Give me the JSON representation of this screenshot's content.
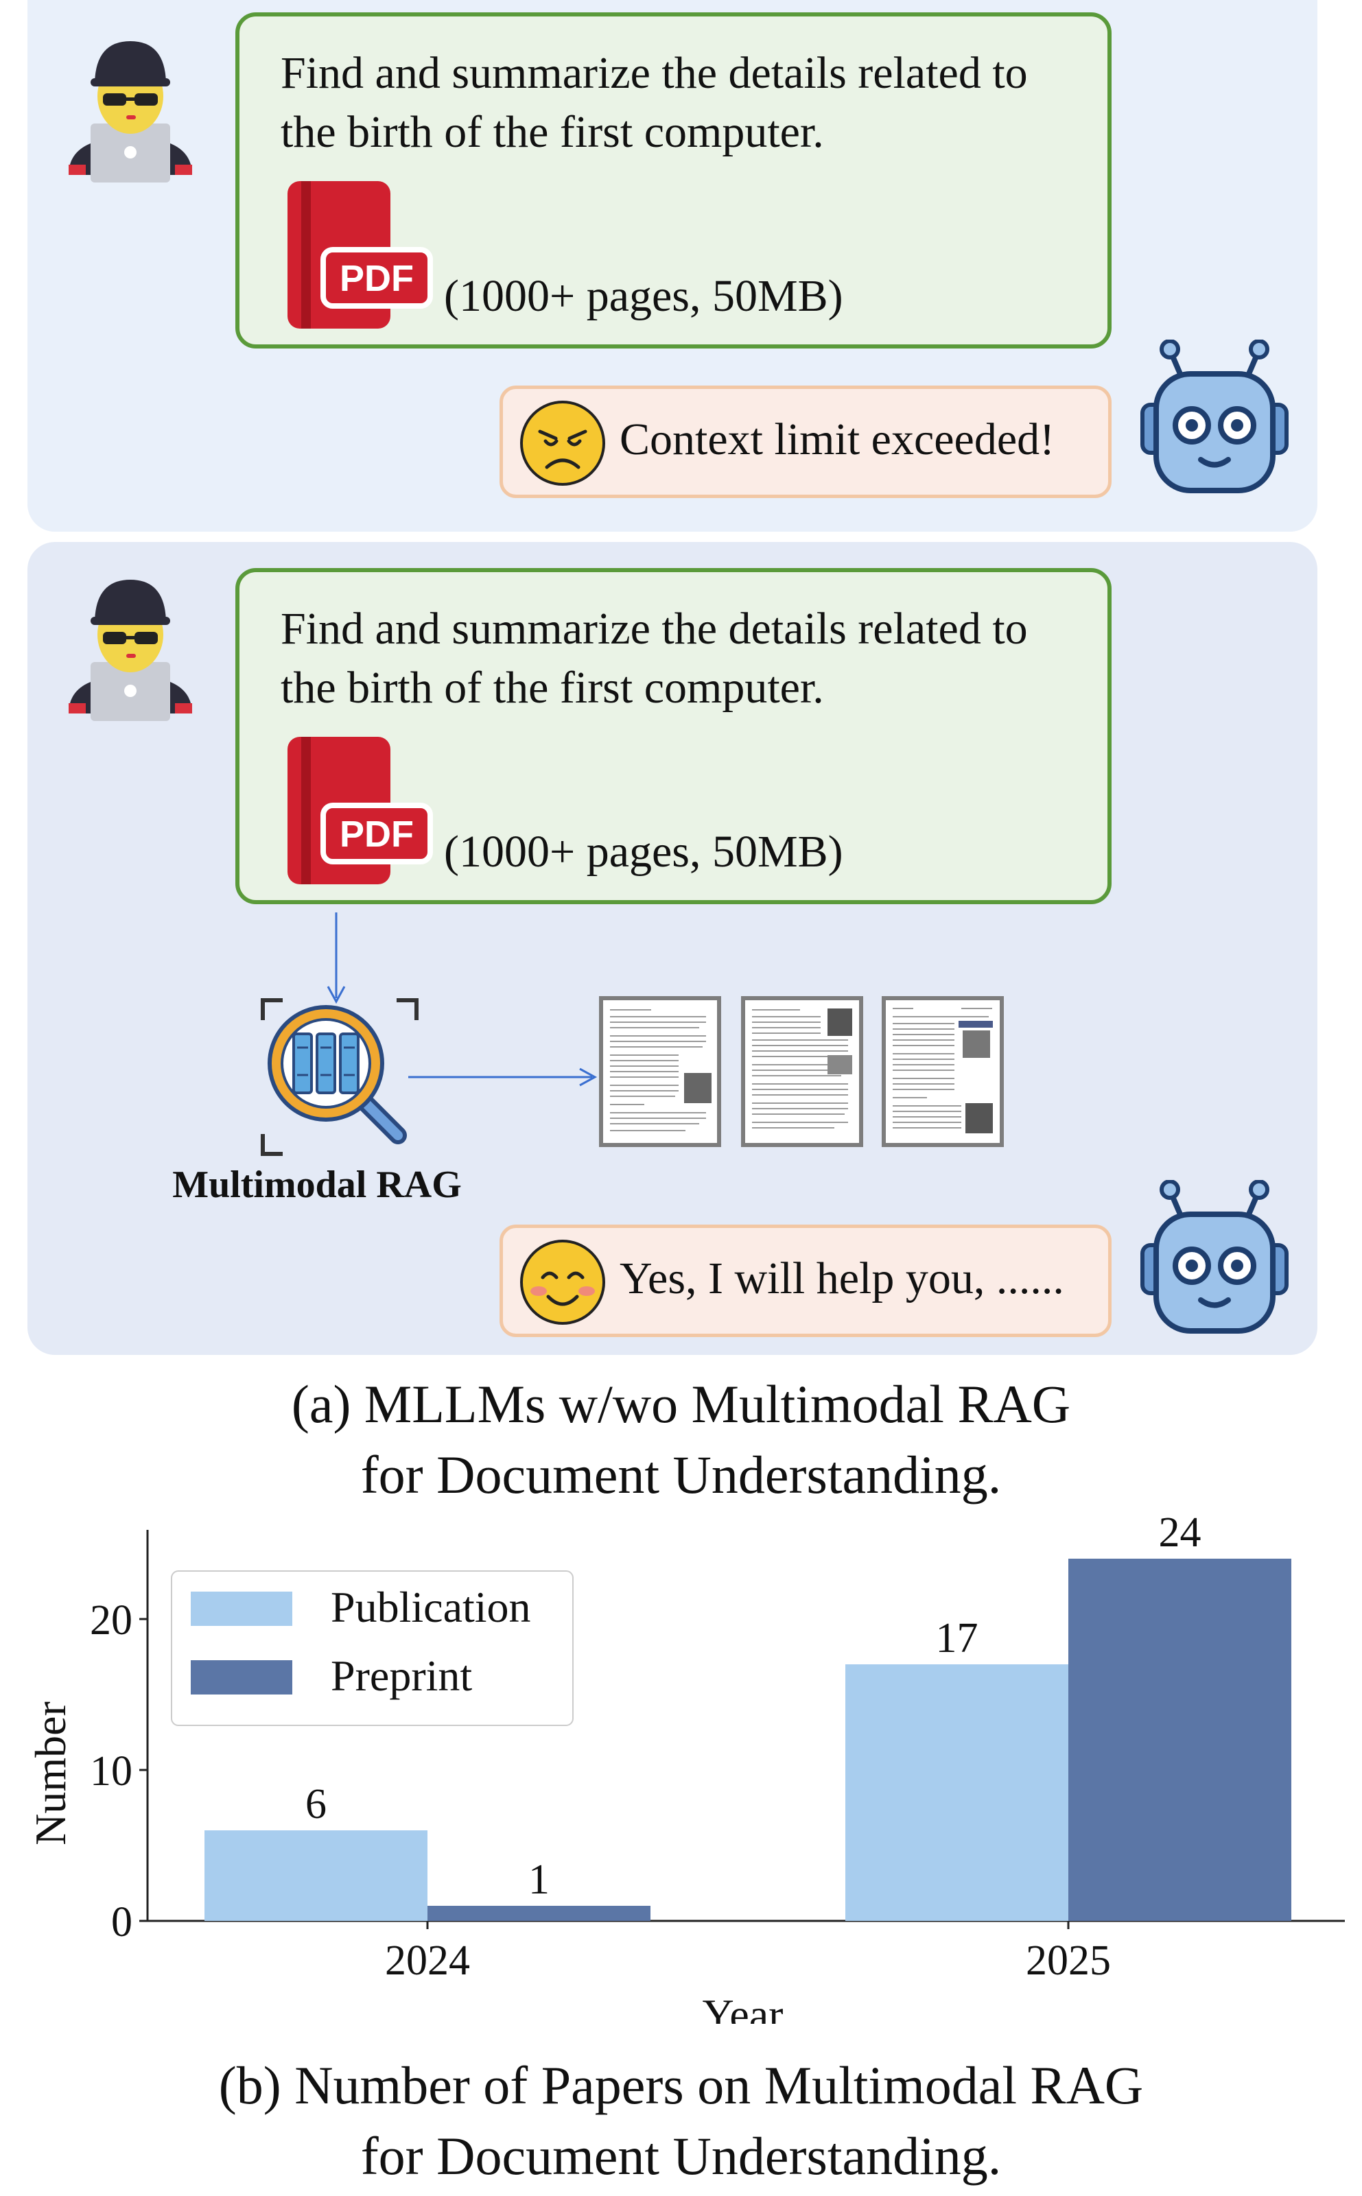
{
  "panel_a": {
    "without_rag": {
      "question": "Find and summarize the details related to the birth of the first computer.",
      "pdf_badge": "PDF",
      "pdf_meta": "(1000+ pages, 50MB)",
      "response": "Context limit exceeded!"
    },
    "with_rag": {
      "question": "Find and summarize the details related to the birth of the first computer.",
      "pdf_badge": "PDF",
      "pdf_meta": "(1000+ pages, 50MB)",
      "rag_label": "Multimodal RAG",
      "response": "Yes, I will help you, ......"
    },
    "caption_line1": "(a) MLLMs w/wo Multimodal RAG",
    "caption_line2": "for Document Understanding."
  },
  "chart_data": {
    "type": "bar",
    "categories": [
      "2024",
      "2025"
    ],
    "series": [
      {
        "name": "Publication",
        "values": [
          6,
          17
        ],
        "color": "#a8cdee"
      },
      {
        "name": "Preprint",
        "values": [
          1,
          24
        ],
        "color": "#5b76a6"
      }
    ],
    "xlabel": "Year",
    "ylabel": "Number",
    "ylim": [
      0,
      25
    ],
    "yticks": [
      0,
      10,
      20
    ],
    "legend_position": "top-left",
    "grid": false,
    "data_labels": true
  },
  "panel_b": {
    "caption_line1": "(b) Number of Papers on Multimodal RAG",
    "caption_line2": "for Document Understanding."
  },
  "colors": {
    "panel_top": "#e9f0fa",
    "panel_bottom": "#e4eaf6",
    "question_border": "#5a9a3a",
    "question_fill": "#eaf3e6",
    "response_border": "#f2c7a4",
    "response_fill": "#fbece6",
    "pdf_red": "#d0202f",
    "robot_blue": "#3a6fb0"
  },
  "icons": [
    "hacker-avatar-icon",
    "pdf-book-icon",
    "sad-face-icon",
    "happy-face-icon",
    "robot-icon",
    "database-search-icon",
    "document-page-icon"
  ]
}
